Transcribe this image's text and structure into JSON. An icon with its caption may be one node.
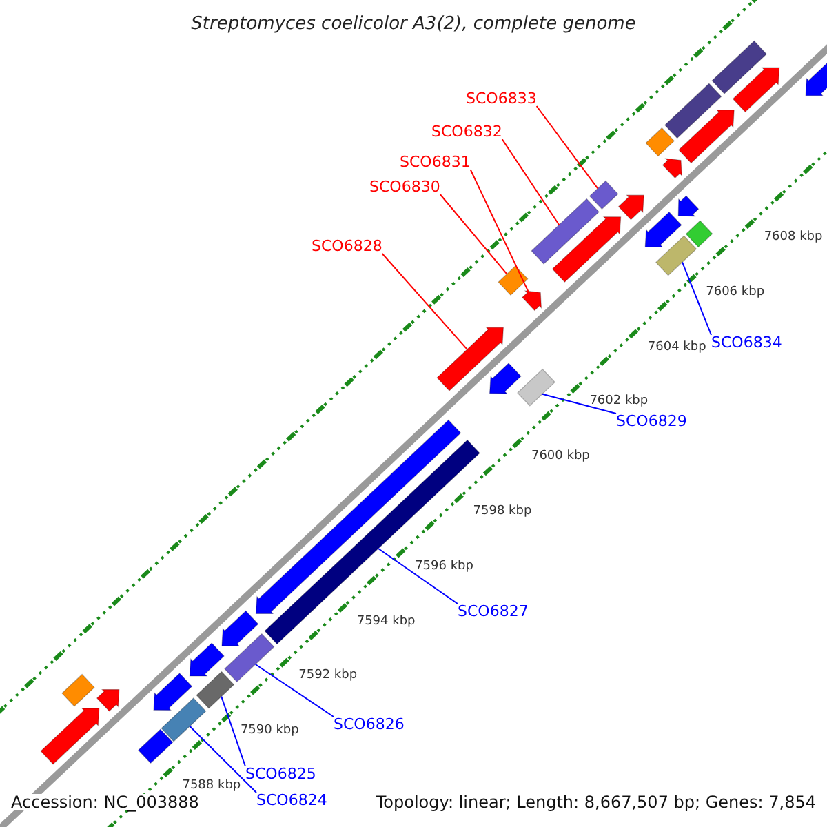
{
  "diagram": {
    "title": "Streptomyces coelicolor A3(2), complete genome",
    "nodes": [
      {
        "text": [
          "SCO6833"
        ]
      },
      {
        "text": [
          "SCO6832"
        ]
      },
      {
        "text": [
          "SCO6831"
        ]
      },
      {
        "text": [
          "SCO6830"
        ]
      },
      {
        "text": [
          "SCO6828"
        ]
      },
      {
        "text": [
          "SCO6834"
        ]
      },
      {
        "text": [
          "SCO6829"
        ]
      },
      {
        "text": [
          "SCO6827"
        ]
      },
      {
        "text": [
          "SCO6826"
        ]
      },
      {
        "text": [
          "SCO6825"
        ]
      },
      {
        "text": [
          "SCO6824"
        ]
      },
      {
        "text": [],
        "shape": "arrow"
      },
      {
        "text": [],
        "shape": "bar"
      },
      {
        "text": [],
        "shape": "bar"
      },
      {
        "text": [],
        "shape": "arrow"
      },
      {
        "text": [],
        "shape": "bar"
      },
      {
        "text": [],
        "shape": "arrow"
      },
      {
        "text": [],
        "shape": "bar"
      },
      {
        "text": [],
        "shape": "arrow"
      },
      {
        "text": [],
        "shape": "bar"
      },
      {
        "text": [],
        "shape": "arrow"
      },
      {
        "text": [],
        "shape": "bar"
      },
      {
        "text": [],
        "shape": "arrow"
      },
      {
        "text": [],
        "shape": "arrow"
      },
      {
        "text": [],
        "shape": "arrow"
      },
      {
        "text": [],
        "shape": "bar"
      },
      {
        "text": [],
        "shape": "bar"
      },
      {
        "text": [],
        "shape": "arrow"
      },
      {
        "text": [],
        "shape": "bar"
      },
      {
        "text": [],
        "shape": "arrow"
      },
      {
        "text": [],
        "shape": "bar"
      },
      {
        "text": [],
        "shape": "bar"
      },
      {
        "text": [],
        "shape": "arrow"
      },
      {
        "text": [],
        "shape": "arrow"
      },
      {
        "text": [],
        "shape": "bar"
      },
      {
        "text": [],
        "shape": "arrow"
      },
      {
        "text": [],
        "shape": "arrow"
      },
      {
        "text": [],
        "shape": "bar"
      },
      {
        "text": [],
        "shape": "arrow"
      },
      {
        "text": [],
        "shape": "bar"
      },
      {
        "text": [],
        "shape": "bar"
      },
      {
        "text": [],
        "shape": "arrow"
      },
      {
        "text": [],
        "shape": "arrow"
      }
    ],
    "edges": [
      {
        "from": 0,
        "to": 30,
        "arrow": "none",
        "color": "#ff0000"
      },
      {
        "from": 1,
        "to": 28,
        "arrow": "none",
        "color": "#ff0000"
      },
      {
        "from": 2,
        "to": 27,
        "arrow": "none",
        "color": "#ff0000"
      },
      {
        "from": 3,
        "to": 26,
        "arrow": "none",
        "color": "#ff0000"
      },
      {
        "from": 4,
        "to": 23,
        "arrow": "none",
        "color": "#ff0000"
      },
      {
        "from": 5,
        "to": 31,
        "arrow": "none"
      },
      {
        "from": 6,
        "to": 25,
        "arrow": "none"
      },
      {
        "from": 7,
        "to": 21,
        "arrow": "none"
      },
      {
        "from": 8,
        "to": 19,
        "arrow": "none"
      },
      {
        "from": 9,
        "to": 17,
        "arrow": "none"
      },
      {
        "from": 10,
        "to": 15,
        "arrow": "none"
      }
    ],
    "labels": [
      "7608 kbp",
      "7606 kbp",
      "7604 kbp",
      "7602 kbp",
      "7600 kbp",
      "7598 kbp",
      "7596 kbp",
      "7594 kbp",
      "7592 kbp",
      "7590 kbp",
      "7588 kbp",
      "Accession: NC_003888",
      "Topology: linear; Length: 8,667,507 bp; Genes: 7,854"
    ]
  }
}
